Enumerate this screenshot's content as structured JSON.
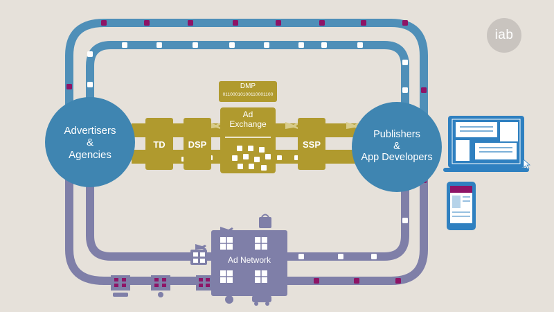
{
  "logo": {
    "text": "iab"
  },
  "nodes": {
    "advertisers": "Advertisers\n&\nAgencies",
    "publishers": "Publishers\n&\nApp Developers",
    "td": "TD",
    "dsp": "DSP",
    "ad_exchange": "Ad\nExchange",
    "ssp": "SSP",
    "dmp": "DMP",
    "dmp_bits": "01100010100110001100",
    "ad_network": "Ad Network"
  },
  "colors": {
    "background": "#e6e1da",
    "track_blue": "#4f8fb8",
    "track_purple": "#7f7fa8",
    "olive": "#b09a2e",
    "circle_blue": "#3f85b1",
    "magenta": "#8e1466",
    "device_blue": "#2f80c0"
  }
}
